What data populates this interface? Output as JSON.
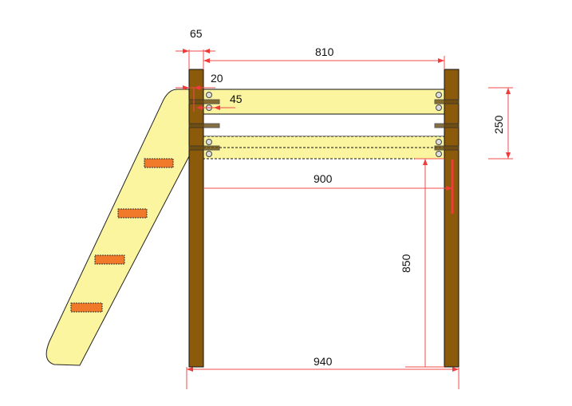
{
  "drawing": {
    "title": "Loft bed ladder side elevation",
    "dimensions": {
      "post_width": "65",
      "inner_span": "810",
      "offset": "20",
      "rail_inset": "45",
      "rail_height": "250",
      "ladder_span": "900",
      "clear_height": "850",
      "overall_width": "940"
    },
    "colors": {
      "post": "#8b5a0a",
      "rail": "#fbf5a0",
      "step": "#f07a2a",
      "dimension": "#f23a3a"
    }
  }
}
